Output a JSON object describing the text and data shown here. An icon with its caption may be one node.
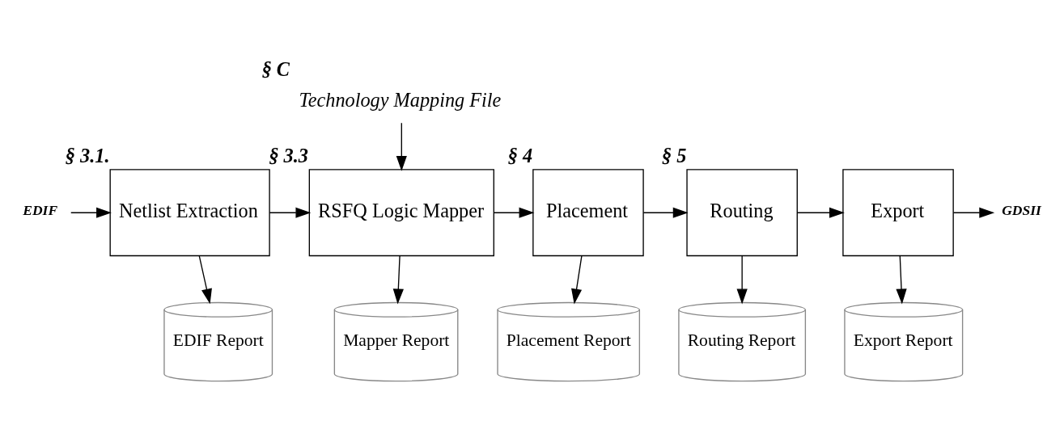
{
  "diagram": {
    "nodes": [
      {
        "text": [
          "EDIF"
        ]
      },
      {
        "text": [
          "Netlist Extraction"
        ],
        "beside": [
          "§ 3.1."
        ]
      },
      {
        "text": [
          "Technology Mapping File"
        ],
        "beside": [
          "§ C"
        ]
      },
      {
        "text": [
          "RSFQ Logic Mapper"
        ],
        "beside": [
          "§ 3.3"
        ]
      },
      {
        "text": [
          "Placement"
        ],
        "beside": [
          "§ 4"
        ]
      },
      {
        "text": [
          "Routing"
        ],
        "beside": [
          "§ 5"
        ]
      },
      {
        "text": [
          "Export"
        ]
      },
      {
        "text": [
          "GDSII"
        ]
      },
      {
        "text": [
          "EDIF Report"
        ]
      },
      {
        "text": [
          "Mapper Report"
        ]
      },
      {
        "text": [
          "Placement Report"
        ]
      },
      {
        "text": [
          "Routing Report"
        ]
      },
      {
        "text": [
          "Export Report"
        ]
      }
    ],
    "edges": [
      {
        "from": 0,
        "to": 1,
        "arrow": "to"
      },
      {
        "from": 1,
        "to": 3,
        "arrow": "to"
      },
      {
        "from": 2,
        "to": 3,
        "arrow": "to"
      },
      {
        "from": 3,
        "to": 4,
        "arrow": "to"
      },
      {
        "from": 4,
        "to": 5,
        "arrow": "to"
      },
      {
        "from": 5,
        "to": 6,
        "arrow": "to"
      },
      {
        "from": 6,
        "to": 7,
        "arrow": "to"
      },
      {
        "from": 1,
        "to": 8,
        "arrow": "to"
      },
      {
        "from": 3,
        "to": 9,
        "arrow": "to"
      },
      {
        "from": 4,
        "to": 10,
        "arrow": "to"
      },
      {
        "from": 5,
        "to": 11,
        "arrow": "to"
      },
      {
        "from": 6,
        "to": 12,
        "arrow": "to"
      }
    ]
  }
}
